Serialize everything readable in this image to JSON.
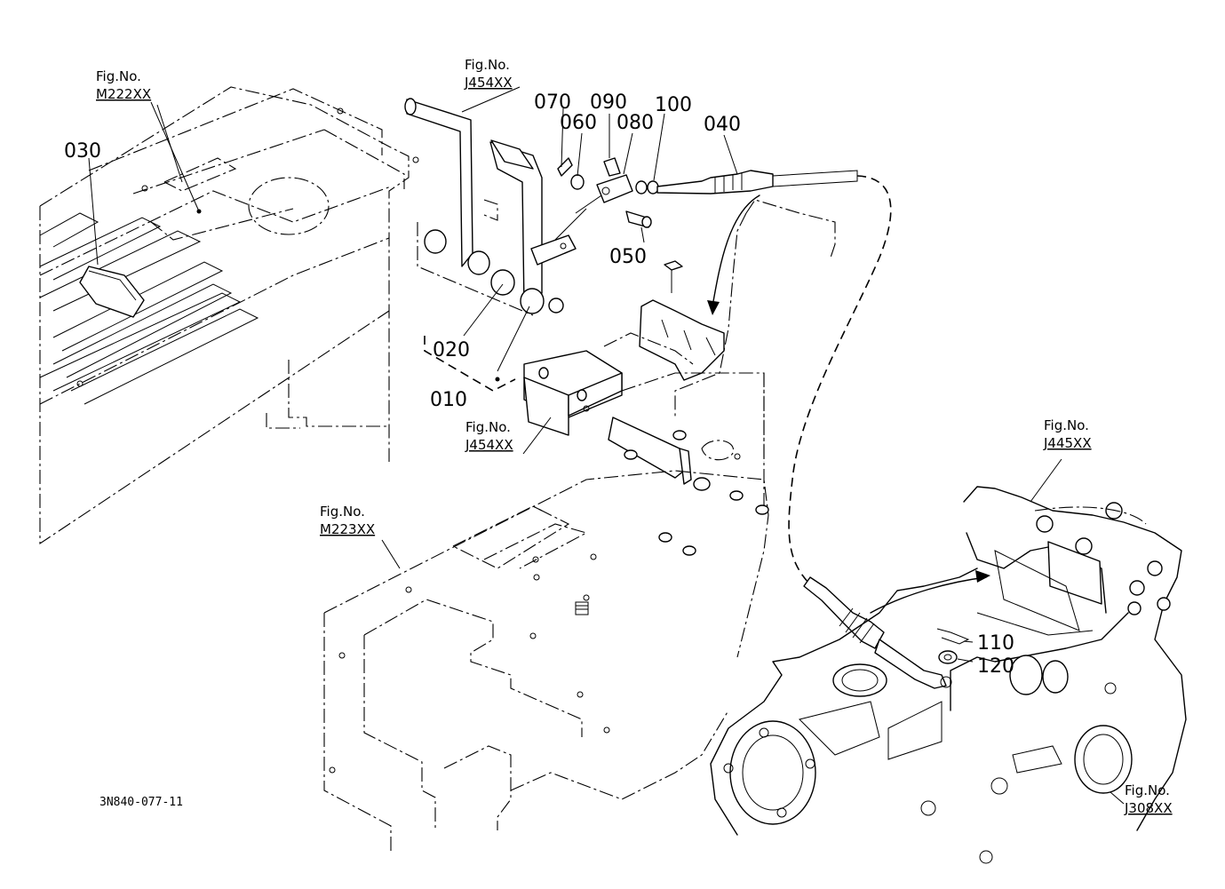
{
  "diagram": {
    "drawing_code": "3N840-077-11",
    "fig_prefix": "Fig.No.",
    "fig_refs": {
      "m222": "M222XX",
      "j454_top": "J454XX",
      "j454_bottom": "J454XX",
      "m223": "M223XX",
      "j445": "J445XX",
      "j308": "J308XX"
    },
    "parts": {
      "p010": "010",
      "p020": "020",
      "p030": "030",
      "p040": "040",
      "p050": "050",
      "p060": "060",
      "p070": "070",
      "p080": "080",
      "p090": "090",
      "p100": "100",
      "p110": "110",
      "p120": "120"
    }
  }
}
